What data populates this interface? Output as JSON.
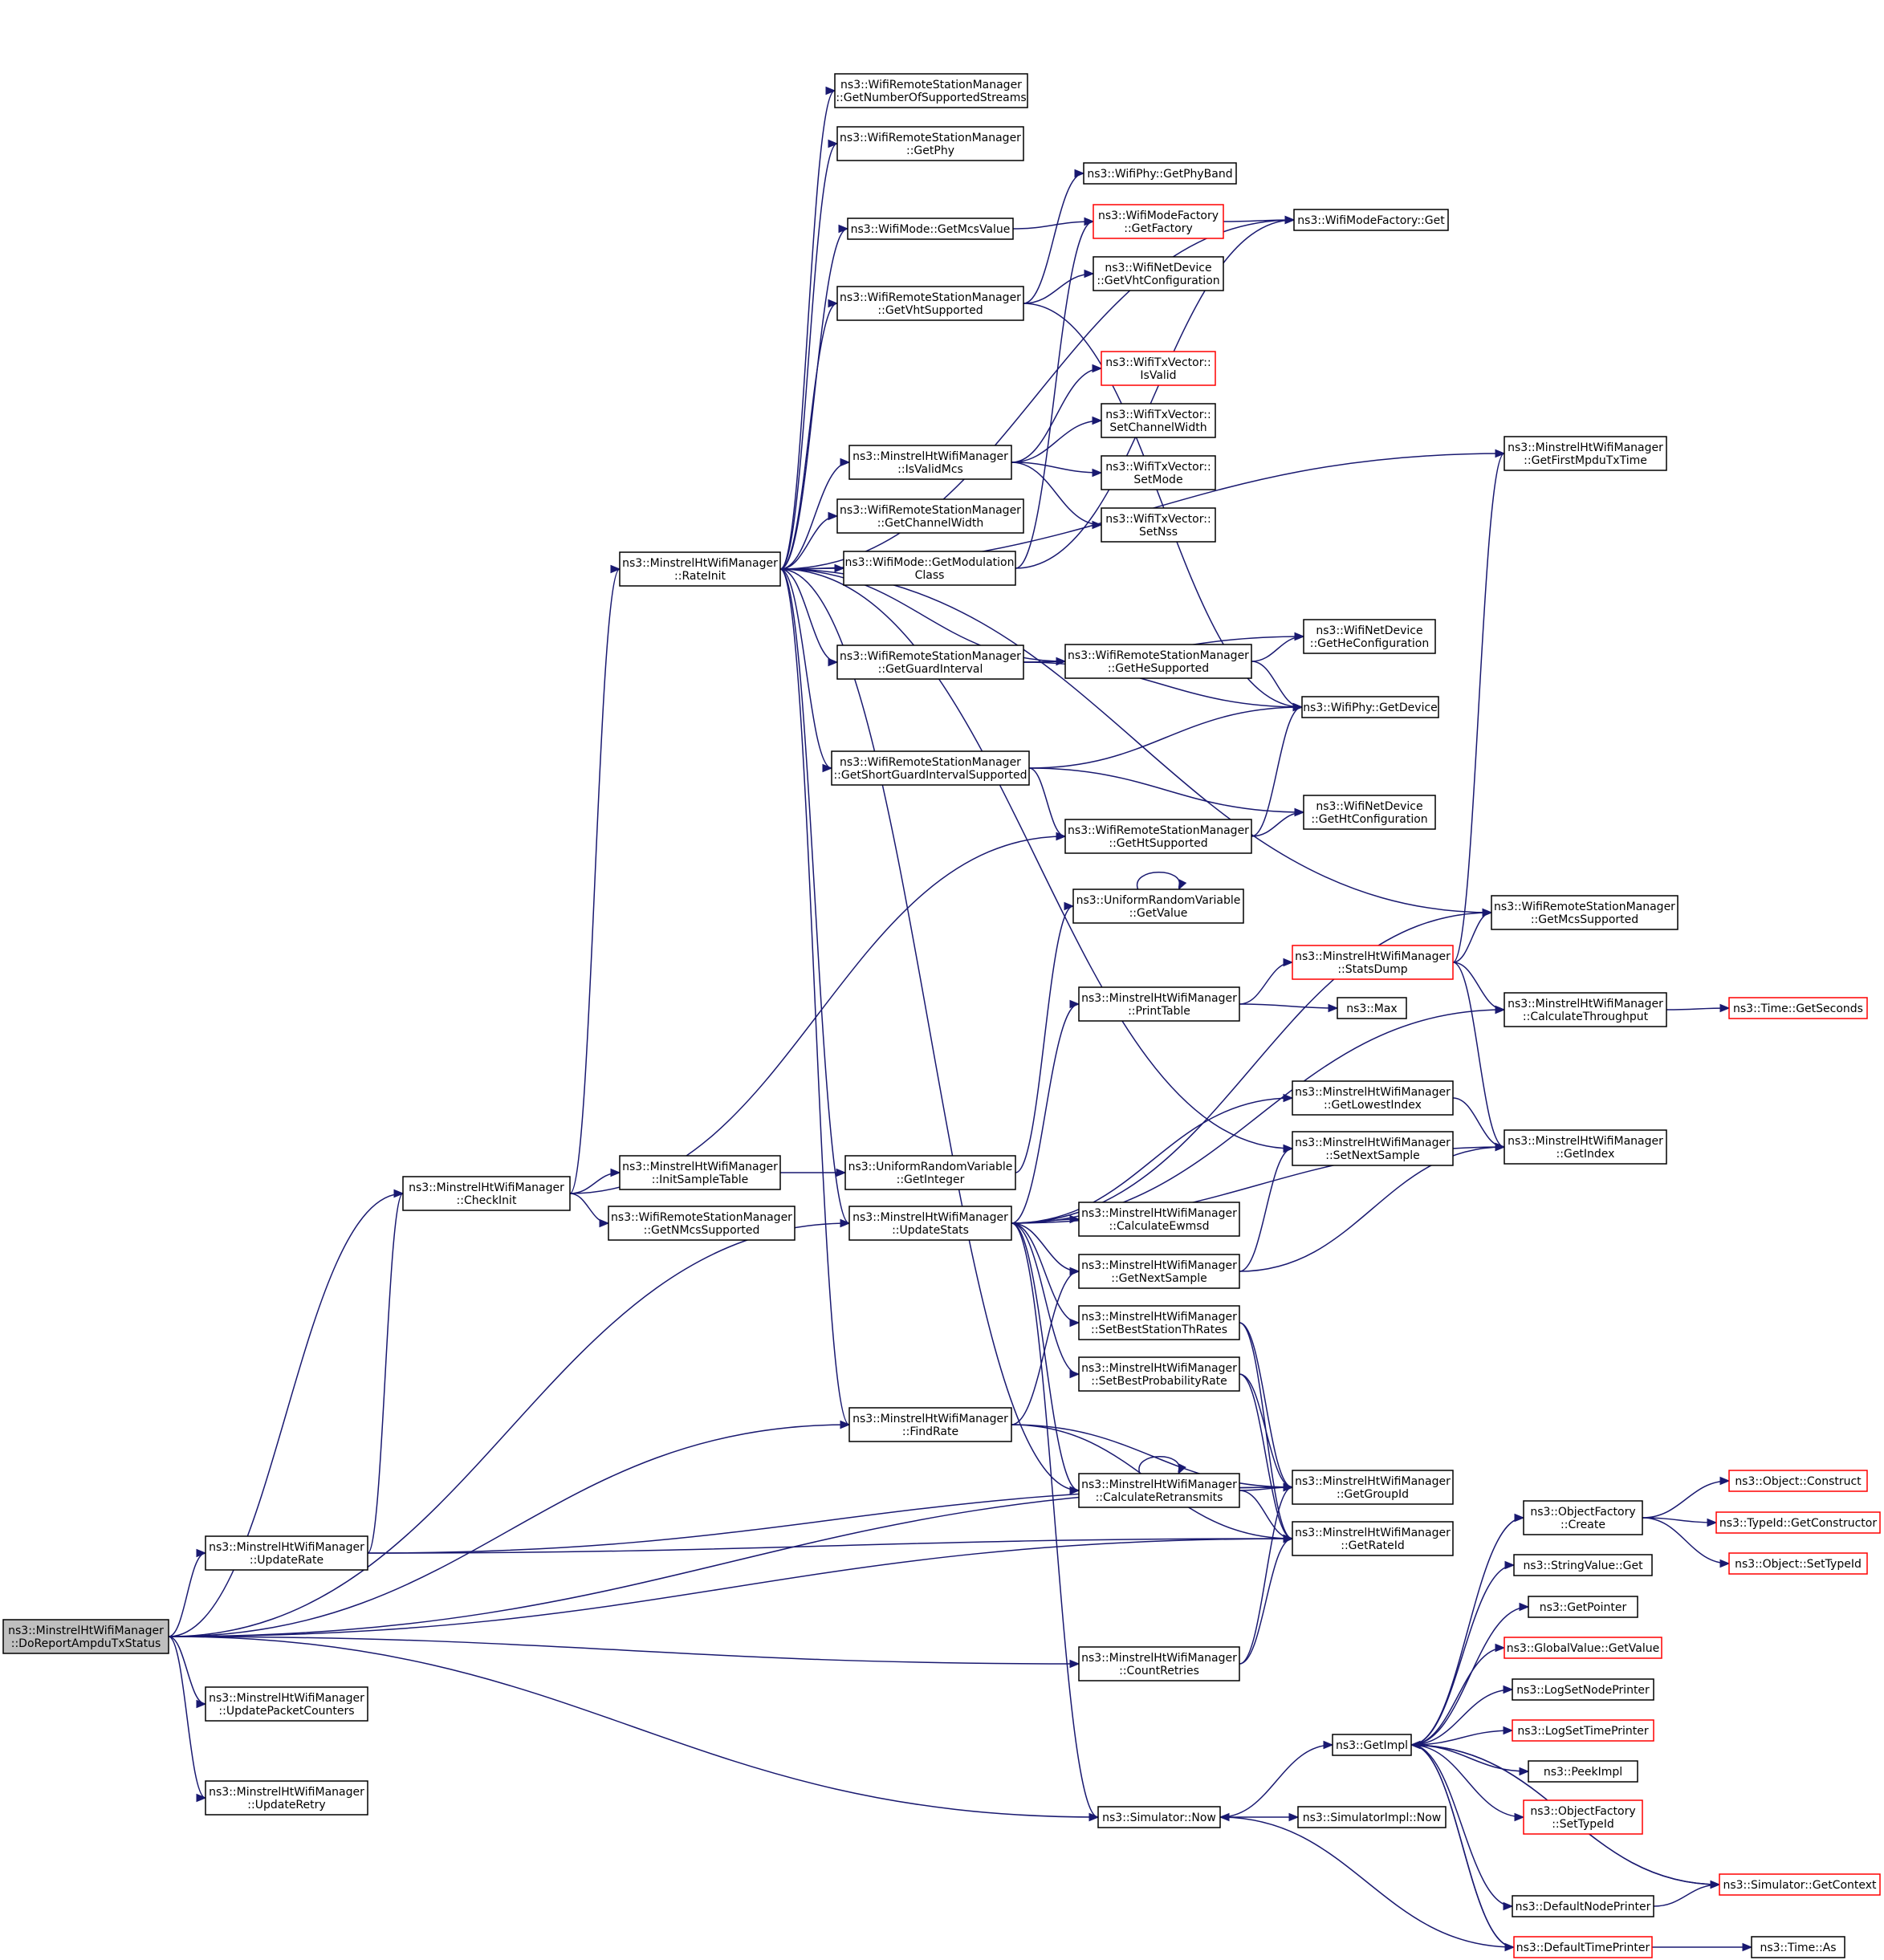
{
  "nodes": [
    {
      "id": "root",
      "lines": [
        "ns3::MinstrelHtWifiManager",
        "::DoReportAmpduTxStatus"
      ],
      "style": "root"
    },
    {
      "id": "checkinit",
      "lines": [
        "ns3::MinstrelHtWifiManager",
        "::CheckInit"
      ]
    },
    {
      "id": "updaterate",
      "lines": [
        "ns3::MinstrelHtWifiManager",
        "::UpdateRate"
      ]
    },
    {
      "id": "updatepkt",
      "lines": [
        "ns3::MinstrelHtWifiManager",
        "::UpdatePacketCounters"
      ]
    },
    {
      "id": "updateretry",
      "lines": [
        "ns3::MinstrelHtWifiManager",
        "::UpdateRetry"
      ]
    },
    {
      "id": "rateinit",
      "lines": [
        "ns3::MinstrelHtWifiManager",
        "::RateInit"
      ]
    },
    {
      "id": "initsample",
      "lines": [
        "ns3::MinstrelHtWifiManager",
        "::InitSampleTable"
      ]
    },
    {
      "id": "getnmcs",
      "lines": [
        "ns3::WifiRemoteStationManager",
        "::GetNMcsSupported"
      ]
    },
    {
      "id": "getnumstreams",
      "lines": [
        "ns3::WifiRemoteStationManager",
        "::GetNumberOfSupportedStreams"
      ]
    },
    {
      "id": "getphy",
      "lines": [
        "ns3::WifiRemoteStationManager",
        "::GetPhy"
      ]
    },
    {
      "id": "getmcsvalue",
      "lines": [
        "ns3::WifiMode::GetMcsValue"
      ]
    },
    {
      "id": "getvht",
      "lines": [
        "ns3::WifiRemoteStationManager",
        "::GetVhtSupported"
      ]
    },
    {
      "id": "isvalidmcs",
      "lines": [
        "ns3::MinstrelHtWifiManager",
        "::IsValidMcs"
      ]
    },
    {
      "id": "getchanwidth",
      "lines": [
        "ns3::WifiRemoteStationManager",
        "::GetChannelWidth"
      ]
    },
    {
      "id": "getmodclass",
      "lines": [
        "ns3::WifiMode::GetModulation",
        "Class"
      ]
    },
    {
      "id": "getguard",
      "lines": [
        "ns3::WifiRemoteStationManager",
        "::GetGuardInterval"
      ]
    },
    {
      "id": "getsgi",
      "lines": [
        "ns3::WifiRemoteStationManager",
        "::GetShortGuardIntervalSupported"
      ]
    },
    {
      "id": "getinteger",
      "lines": [
        "ns3::UniformRandomVariable",
        "::GetInteger"
      ]
    },
    {
      "id": "updatestats",
      "lines": [
        "ns3::MinstrelHtWifiManager",
        "::UpdateStats"
      ]
    },
    {
      "id": "findrate",
      "lines": [
        "ns3::MinstrelHtWifiManager",
        "::FindRate"
      ]
    },
    {
      "id": "getphyband",
      "lines": [
        "ns3::WifiPhy::GetPhyBand"
      ]
    },
    {
      "id": "getfactory",
      "lines": [
        "ns3::WifiModeFactory",
        "::GetFactory"
      ],
      "style": "red"
    },
    {
      "id": "getvhtconf",
      "lines": [
        "ns3::WifiNetDevice",
        "::GetVhtConfiguration"
      ]
    },
    {
      "id": "txisvalid",
      "lines": [
        "ns3::WifiTxVector::",
        "IsValid"
      ],
      "style": "red"
    },
    {
      "id": "txsetcw",
      "lines": [
        "ns3::WifiTxVector::",
        "SetChannelWidth"
      ]
    },
    {
      "id": "txsetmode",
      "lines": [
        "ns3::WifiTxVector::",
        "SetMode"
      ]
    },
    {
      "id": "txsetnss",
      "lines": [
        "ns3::WifiTxVector::",
        "SetNss"
      ]
    },
    {
      "id": "gethe",
      "lines": [
        "ns3::WifiRemoteStationManager",
        "::GetHeSupported"
      ]
    },
    {
      "id": "getht",
      "lines": [
        "ns3::WifiRemoteStationManager",
        "::GetHtSupported"
      ]
    },
    {
      "id": "getvalue",
      "lines": [
        "ns3::UniformRandomVariable",
        "::GetValue"
      ]
    },
    {
      "id": "printtable",
      "lines": [
        "ns3::MinstrelHtWifiManager",
        "::PrintTable"
      ]
    },
    {
      "id": "calcewmsd",
      "lines": [
        "ns3::MinstrelHtWifiManager",
        "::CalculateEwmsd"
      ]
    },
    {
      "id": "getnextsample",
      "lines": [
        "ns3::MinstrelHtWifiManager",
        "::GetNextSample"
      ]
    },
    {
      "id": "setbestth",
      "lines": [
        "ns3::MinstrelHtWifiManager",
        "::SetBestStationThRates"
      ]
    },
    {
      "id": "setbestprob",
      "lines": [
        "ns3::MinstrelHtWifiManager",
        "::SetBestProbabilityRate"
      ]
    },
    {
      "id": "calcretrans",
      "lines": [
        "ns3::MinstrelHtWifiManager",
        "::CalculateRetransmits"
      ]
    },
    {
      "id": "countretries",
      "lines": [
        "ns3::MinstrelHtWifiManager",
        "::CountRetries"
      ]
    },
    {
      "id": "simnow",
      "lines": [
        "ns3::Simulator::Now"
      ]
    },
    {
      "id": "modefactoryget",
      "lines": [
        "ns3::WifiModeFactory::Get"
      ]
    },
    {
      "id": "gethecfg",
      "lines": [
        "ns3::WifiNetDevice",
        "::GetHeConfiguration"
      ]
    },
    {
      "id": "getdevice",
      "lines": [
        "ns3::WifiPhy::GetDevice"
      ]
    },
    {
      "id": "gethtcfg",
      "lines": [
        "ns3::WifiNetDevice",
        "::GetHtConfiguration"
      ]
    },
    {
      "id": "statsdump",
      "lines": [
        "ns3::MinstrelHtWifiManager",
        "::StatsDump"
      ],
      "style": "red"
    },
    {
      "id": "max",
      "lines": [
        "ns3::Max"
      ]
    },
    {
      "id": "getlowest",
      "lines": [
        "ns3::MinstrelHtWifiManager",
        "::GetLowestIndex"
      ]
    },
    {
      "id": "setnextsample",
      "lines": [
        "ns3::MinstrelHtWifiManager",
        "::SetNextSample"
      ]
    },
    {
      "id": "getgroupid",
      "lines": [
        "ns3::MinstrelHtWifiManager",
        "::GetGroupId"
      ]
    },
    {
      "id": "getrateid",
      "lines": [
        "ns3::MinstrelHtWifiManager",
        "::GetRateId"
      ]
    },
    {
      "id": "getimpl",
      "lines": [
        "ns3::GetImpl"
      ]
    },
    {
      "id": "simimplnow",
      "lines": [
        "ns3::SimulatorImpl::Now"
      ]
    },
    {
      "id": "getfirstmpdu",
      "lines": [
        "ns3::MinstrelHtWifiManager",
        "::GetFirstMpduTxTime"
      ]
    },
    {
      "id": "getmcssupported",
      "lines": [
        "ns3::WifiRemoteStationManager",
        "::GetMcsSupported"
      ]
    },
    {
      "id": "calcthroughput",
      "lines": [
        "ns3::MinstrelHtWifiManager",
        "::CalculateThroughput"
      ]
    },
    {
      "id": "getindex",
      "lines": [
        "ns3::MinstrelHtWifiManager",
        "::GetIndex"
      ]
    },
    {
      "id": "objfactcreate",
      "lines": [
        "ns3::ObjectFactory",
        "::Create"
      ]
    },
    {
      "id": "stringvalueget",
      "lines": [
        "ns3::StringValue::Get"
      ]
    },
    {
      "id": "getpointer",
      "lines": [
        "ns3::GetPointer"
      ]
    },
    {
      "id": "globalvalue",
      "lines": [
        "ns3::GlobalValue::GetValue"
      ],
      "style": "red"
    },
    {
      "id": "logsetnode",
      "lines": [
        "ns3::LogSetNodePrinter"
      ]
    },
    {
      "id": "logsettime",
      "lines": [
        "ns3::LogSetTimePrinter"
      ],
      "style": "red"
    },
    {
      "id": "peekimpl",
      "lines": [
        "ns3::PeekImpl"
      ]
    },
    {
      "id": "objfactsettype",
      "lines": [
        "ns3::ObjectFactory",
        "::SetTypeId"
      ],
      "style": "red"
    },
    {
      "id": "simgetcontext",
      "lines": [
        "ns3::Simulator::GetContext"
      ],
      "style": "red"
    },
    {
      "id": "defnodeprinter",
      "lines": [
        "ns3::DefaultNodePrinter"
      ]
    },
    {
      "id": "deftimeprinter",
      "lines": [
        "ns3::DefaultTimePrinter"
      ],
      "style": "red"
    },
    {
      "id": "timeas",
      "lines": [
        "ns3::Time::As"
      ]
    },
    {
      "id": "timegetseconds",
      "lines": [
        "ns3::Time::GetSeconds"
      ],
      "style": "red"
    },
    {
      "id": "objconstruct",
      "lines": [
        "ns3::Object::Construct"
      ],
      "style": "red"
    },
    {
      "id": "typeidgetctor",
      "lines": [
        "ns3::TypeId::GetConstructor"
      ],
      "style": "red"
    },
    {
      "id": "objsettypeid",
      "lines": [
        "ns3::Object::SetTypeId"
      ],
      "style": "red"
    }
  ],
  "edges": [
    [
      "root",
      "checkinit"
    ],
    [
      "root",
      "updatestats"
    ],
    [
      "root",
      "findrate"
    ],
    [
      "root",
      "updaterate"
    ],
    [
      "root",
      "getgroupid"
    ],
    [
      "root",
      "countretries"
    ],
    [
      "root",
      "updatepkt"
    ],
    [
      "root",
      "getrateid"
    ],
    [
      "root",
      "updateretry"
    ],
    [
      "root",
      "simnow"
    ],
    [
      "checkinit",
      "rateinit"
    ],
    [
      "checkinit",
      "initsample"
    ],
    [
      "checkinit",
      "getnmcs"
    ],
    [
      "checkinit",
      "getht"
    ],
    [
      "updaterate",
      "checkinit"
    ],
    [
      "updaterate",
      "getgroupid"
    ],
    [
      "updaterate",
      "getrateid"
    ],
    [
      "initsample",
      "getinteger"
    ],
    [
      "rateinit",
      "getfirstmpdu"
    ],
    [
      "rateinit",
      "getnumstreams"
    ],
    [
      "rateinit",
      "getphy"
    ],
    [
      "rateinit",
      "modefactoryget"
    ],
    [
      "rateinit",
      "getmcsvalue"
    ],
    [
      "rateinit",
      "getvht"
    ],
    [
      "rateinit",
      "isvalidmcs"
    ],
    [
      "rateinit",
      "getchanwidth"
    ],
    [
      "rateinit",
      "getmodclass"
    ],
    [
      "rateinit",
      "gethe"
    ],
    [
      "rateinit",
      "getguard"
    ],
    [
      "rateinit",
      "getsgi"
    ],
    [
      "rateinit",
      "setnextsample"
    ],
    [
      "rateinit",
      "updatestats"
    ],
    [
      "rateinit",
      "findrate"
    ],
    [
      "rateinit",
      "calcretrans"
    ],
    [
      "rateinit",
      "getmcssupported"
    ],
    [
      "getmcsvalue",
      "getfactory"
    ],
    [
      "getfactory",
      "modefactoryget"
    ],
    [
      "getvht",
      "getphyband"
    ],
    [
      "getvht",
      "getvhtconf"
    ],
    [
      "getvht",
      "getdevice"
    ],
    [
      "isvalidmcs",
      "txisvalid"
    ],
    [
      "isvalidmcs",
      "txsetcw"
    ],
    [
      "isvalidmcs",
      "txsetmode"
    ],
    [
      "isvalidmcs",
      "txsetnss"
    ],
    [
      "getmodclass",
      "getfactory"
    ],
    [
      "getmodclass",
      "modefactoryget"
    ],
    [
      "getguard",
      "gethe"
    ],
    [
      "getguard",
      "gethecfg"
    ],
    [
      "getguard",
      "getdevice"
    ],
    [
      "gethe",
      "gethecfg"
    ],
    [
      "gethe",
      "getdevice"
    ],
    [
      "getsgi",
      "getdevice"
    ],
    [
      "getsgi",
      "gethtcfg"
    ],
    [
      "getsgi",
      "getht"
    ],
    [
      "getht",
      "getdevice"
    ],
    [
      "getht",
      "gethtcfg"
    ],
    [
      "getinteger",
      "getvalue"
    ],
    [
      "getvalue",
      "getvalue"
    ],
    [
      "updatestats",
      "printtable"
    ],
    [
      "updatestats",
      "getmcssupported"
    ],
    [
      "updatestats",
      "calcthroughput"
    ],
    [
      "updatestats",
      "getlowest"
    ],
    [
      "updatestats",
      "getindex"
    ],
    [
      "updatestats",
      "calcewmsd"
    ],
    [
      "updatestats",
      "getnextsample"
    ],
    [
      "updatestats",
      "setbestth"
    ],
    [
      "updatestats",
      "setbestprob"
    ],
    [
      "updatestats",
      "calcretrans"
    ],
    [
      "updatestats",
      "simnow"
    ],
    [
      "printtable",
      "statsdump"
    ],
    [
      "printtable",
      "max"
    ],
    [
      "statsdump",
      "getfirstmpdu"
    ],
    [
      "statsdump",
      "getmcssupported"
    ],
    [
      "statsdump",
      "calcthroughput"
    ],
    [
      "statsdump",
      "getindex"
    ],
    [
      "calcthroughput",
      "timegetseconds"
    ],
    [
      "getlowest",
      "getindex"
    ],
    [
      "getnextsample",
      "setnextsample"
    ],
    [
      "getnextsample",
      "getindex"
    ],
    [
      "setbestth",
      "getgroupid"
    ],
    [
      "setbestth",
      "getrateid"
    ],
    [
      "setbestprob",
      "getgroupid"
    ],
    [
      "setbestprob",
      "getrateid"
    ],
    [
      "findrate",
      "getnextsample"
    ],
    [
      "findrate",
      "getgroupid"
    ],
    [
      "findrate",
      "getrateid"
    ],
    [
      "calcretrans",
      "calcretrans"
    ],
    [
      "calcretrans",
      "getgroupid"
    ],
    [
      "calcretrans",
      "getrateid"
    ],
    [
      "countretries",
      "getgroupid"
    ],
    [
      "countretries",
      "getrateid"
    ],
    [
      "simnow",
      "getimpl"
    ],
    [
      "simnow",
      "simimplnow"
    ],
    [
      "getimpl",
      "objfactcreate"
    ],
    [
      "getimpl",
      "stringvalueget"
    ],
    [
      "getimpl",
      "getpointer"
    ],
    [
      "getimpl",
      "globalvalue"
    ],
    [
      "getimpl",
      "logsetnode"
    ],
    [
      "getimpl",
      "logsettime"
    ],
    [
      "getimpl",
      "peekimpl"
    ],
    [
      "getimpl",
      "objfactsettype"
    ],
    [
      "getimpl",
      "simgetcontext"
    ],
    [
      "getimpl",
      "defnodeprinter"
    ],
    [
      "getimpl",
      "deftimeprinter"
    ],
    [
      "objfactcreate",
      "objconstruct"
    ],
    [
      "objfactcreate",
      "typeidgetctor"
    ],
    [
      "objfactcreate",
      "objsettypeid"
    ],
    [
      "simgetcontext",
      "getimpl"
    ],
    [
      "defnodeprinter",
      "simgetcontext"
    ],
    [
      "deftimeprinter",
      "simnow"
    ],
    [
      "deftimeprinter",
      "getimpl"
    ],
    [
      "deftimeprinter",
      "timeas"
    ]
  ]
}
